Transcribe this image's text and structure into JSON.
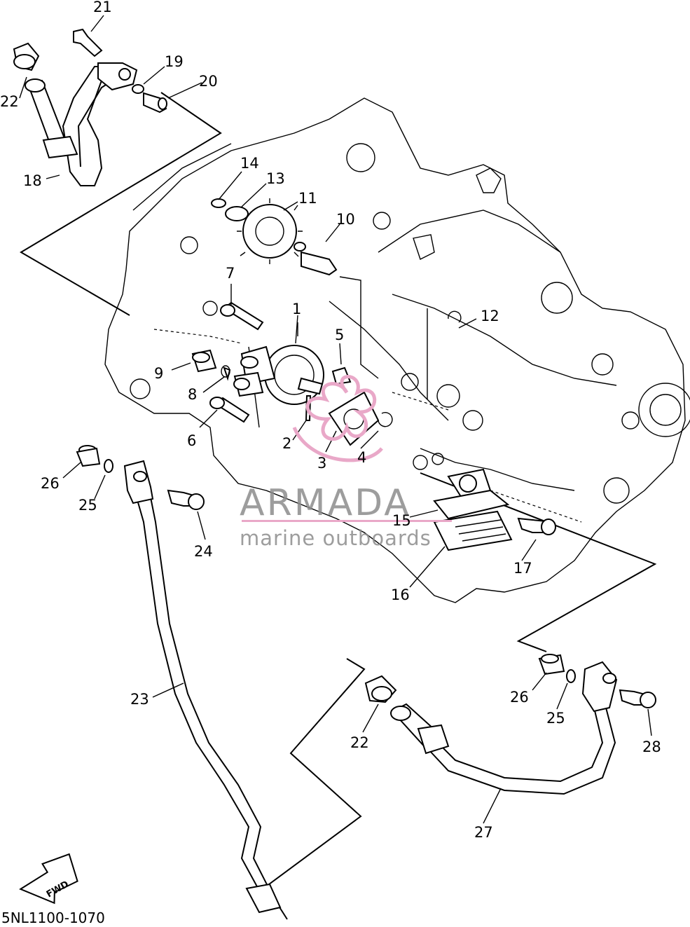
{
  "diagram_code": "5NL1100-1070",
  "fwd_label": "FWD",
  "watermark": {
    "brand": "ARMADA",
    "tagline": "marine outboards",
    "accent_color": "#e9a8c8",
    "text_color": "#8c8c8c"
  },
  "callouts": {
    "c1": "1",
    "c2": "2",
    "c3": "3",
    "c4": "4",
    "c5": "5",
    "c6": "6",
    "c7": "7",
    "c8": "8",
    "c9": "9",
    "c10": "10",
    "c11": "11",
    "c12": "12",
    "c13": "13",
    "c14": "14",
    "c15": "15",
    "c16": "16",
    "c17": "17",
    "c18": "18",
    "c19": "19",
    "c20": "20",
    "c21": "21",
    "c22a": "22",
    "c22b": "22",
    "c23": "23",
    "c24": "24",
    "c25a": "25",
    "c25b": "25",
    "c26a": "26",
    "c26b": "26",
    "c27": "27",
    "c28": "28"
  }
}
